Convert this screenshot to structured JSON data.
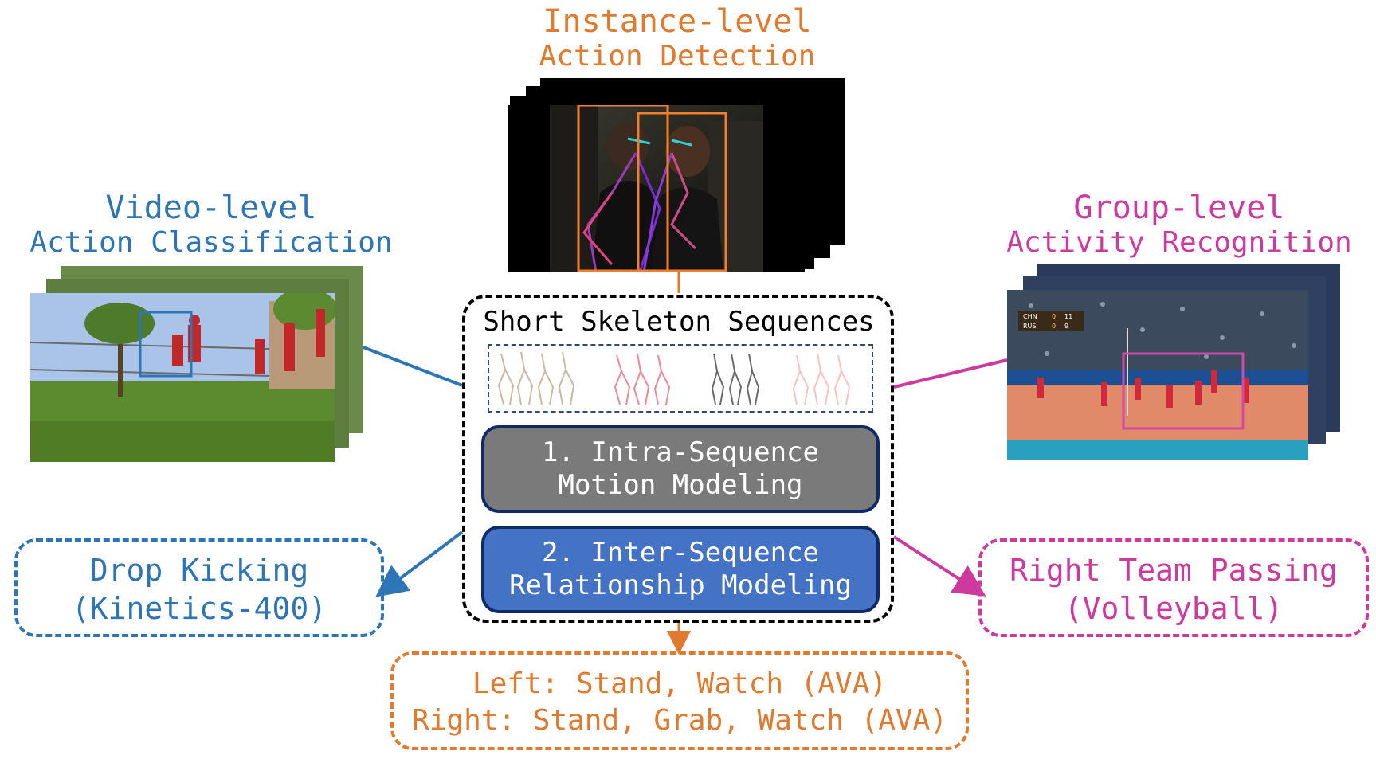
{
  "instance": {
    "title_line1": "Instance-level",
    "title_line2": "Action Detection",
    "output_line1": "Left: Stand, Watch (AVA)",
    "output_line2": "Right: Stand, Grab, Watch (AVA)",
    "color": "#e07a2e"
  },
  "video": {
    "title_line1": "Video-level",
    "title_line2": "Action Classification",
    "output_line1": "Drop Kicking",
    "output_line2": "(Kinetics-400)",
    "color": "#2e75b6"
  },
  "group": {
    "title_line1": "Group-level",
    "title_line2": "Activity Recognition",
    "output_line1": "Right Team Passing",
    "output_line2": "(Volleyball)",
    "color": "#cc3a9e",
    "scoreboard": {
      "team1": "CHN",
      "score1a": "0",
      "score1b": "11",
      "team2": "RUS",
      "score2a": "0",
      "score2b": "9"
    }
  },
  "center": {
    "header": "Short Skeleton Sequences",
    "module1_line1": "1. Intra-Sequence",
    "module1_line2": "Motion Modeling",
    "module2_line1": "2. Inter-Sequence",
    "module2_line2": "Relationship Modeling",
    "module1_color": "#7a7a7a",
    "module2_color": "#4472c4"
  }
}
